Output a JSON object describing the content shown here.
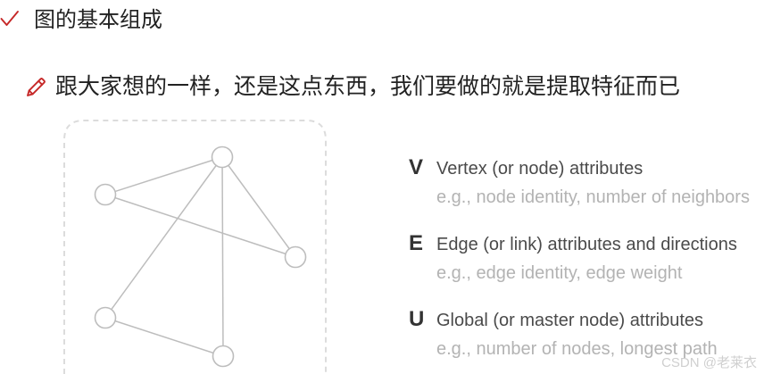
{
  "page": {
    "heading": "图的基本组成",
    "note": "跟大家想的一样，还是这点东西，我们要做的就是提取特征而已",
    "watermark": "CSDN @老莱衣"
  },
  "icons": {
    "heading_marker": "check-icon",
    "note_marker": "pencil-icon"
  },
  "attributes": [
    {
      "letter": "V",
      "title": "Vertex (or node) attributes",
      "example": "e.g., node identity, number of neighbors"
    },
    {
      "letter": "E",
      "title": "Edge (or link) attributes and directions",
      "example": "e.g., edge identity, edge weight"
    },
    {
      "letter": "U",
      "title": "Global (or master node) attributes",
      "example": "e.g., number of nodes, longest path"
    }
  ],
  "colors": {
    "accent": "#c62828",
    "text": "#222222",
    "attr_letter": "#333333",
    "attr_title": "#4a4a4a",
    "attr_example": "#b3b3b3",
    "diagram_stroke": "#bdbdbd",
    "frame_dash": "#dcdcdc",
    "watermark": "#cfcfcf"
  }
}
